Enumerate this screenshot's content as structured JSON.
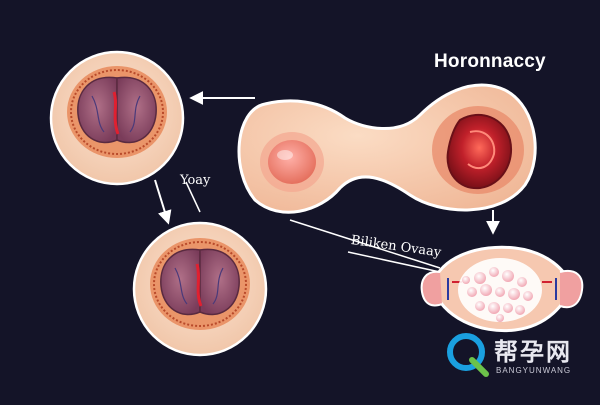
{
  "diagram": {
    "title": "Horonnaccy",
    "label_ovary": "Yoay",
    "label_biliken": "Biliken Ovaay"
  },
  "watermark": {
    "text_cn": "帮孕网",
    "text_en": "BANGYUNWANG"
  },
  "colors": {
    "background": "#141428",
    "skin": "#f6d2b8",
    "tissue": "#8a4a6a",
    "red_center": "#c0202a",
    "arrow": "#ffffff",
    "logo_blue": "#1aa0e0",
    "logo_green": "#6cc24a"
  }
}
